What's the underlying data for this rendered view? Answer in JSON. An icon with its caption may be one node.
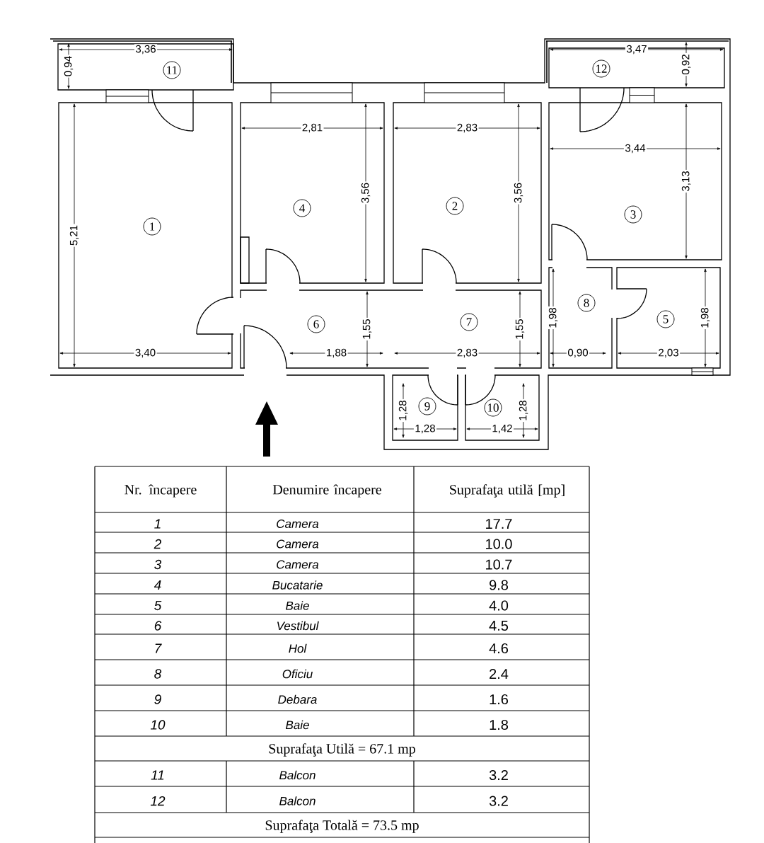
{
  "diagram": {
    "nodes": [
      {
        "text": [
          "1"
        ]
      },
      {
        "text": [
          "2"
        ]
      },
      {
        "text": [
          "3"
        ]
      },
      {
        "text": [
          "4"
        ]
      },
      {
        "text": [
          "5"
        ]
      },
      {
        "text": [
          "6"
        ]
      },
      {
        "text": [
          "7"
        ]
      },
      {
        "text": [
          "8"
        ]
      },
      {
        "text": [
          "9"
        ]
      },
      {
        "text": [
          "10"
        ]
      },
      {
        "text": [
          "11"
        ]
      },
      {
        "text": [
          "12"
        ]
      }
    ],
    "labels": [
      "3,36",
      "3,47",
      "0,94",
      "0,92",
      "2,81",
      "2,83",
      "3,44",
      "5,21",
      "3,56",
      "3,56",
      "3,13",
      "1,98",
      "1,55",
      "1,55",
      "1,98",
      "3,40",
      "1,88",
      "2,83",
      "0,90",
      "2,03",
      "1,28",
      "1,28",
      "1,28",
      "1,42",
      "Nr. încapere",
      "Denumire încapere",
      "Suprafaţa utilă [mp]",
      "1",
      "Camera",
      "17.7",
      "2",
      "Camera",
      "10.0",
      "3",
      "Camera",
      "10.7",
      "4",
      "Bucatarie",
      "9.8",
      "5",
      "Baie",
      "4.0",
      "6",
      "Vestibul",
      "4.5",
      "7",
      "Hol",
      "4.6",
      "8",
      "Oficiu",
      "2.4",
      "9",
      "Debara",
      "1.6",
      "10",
      "Baie",
      "1.8",
      "Suprafaţa Utilă = 67.1 mp",
      "11",
      "Balcon",
      "3.2",
      "12",
      "Balcon",
      "3.2",
      "Suprafaţa Totală = 73.5 mp"
    ]
  }
}
